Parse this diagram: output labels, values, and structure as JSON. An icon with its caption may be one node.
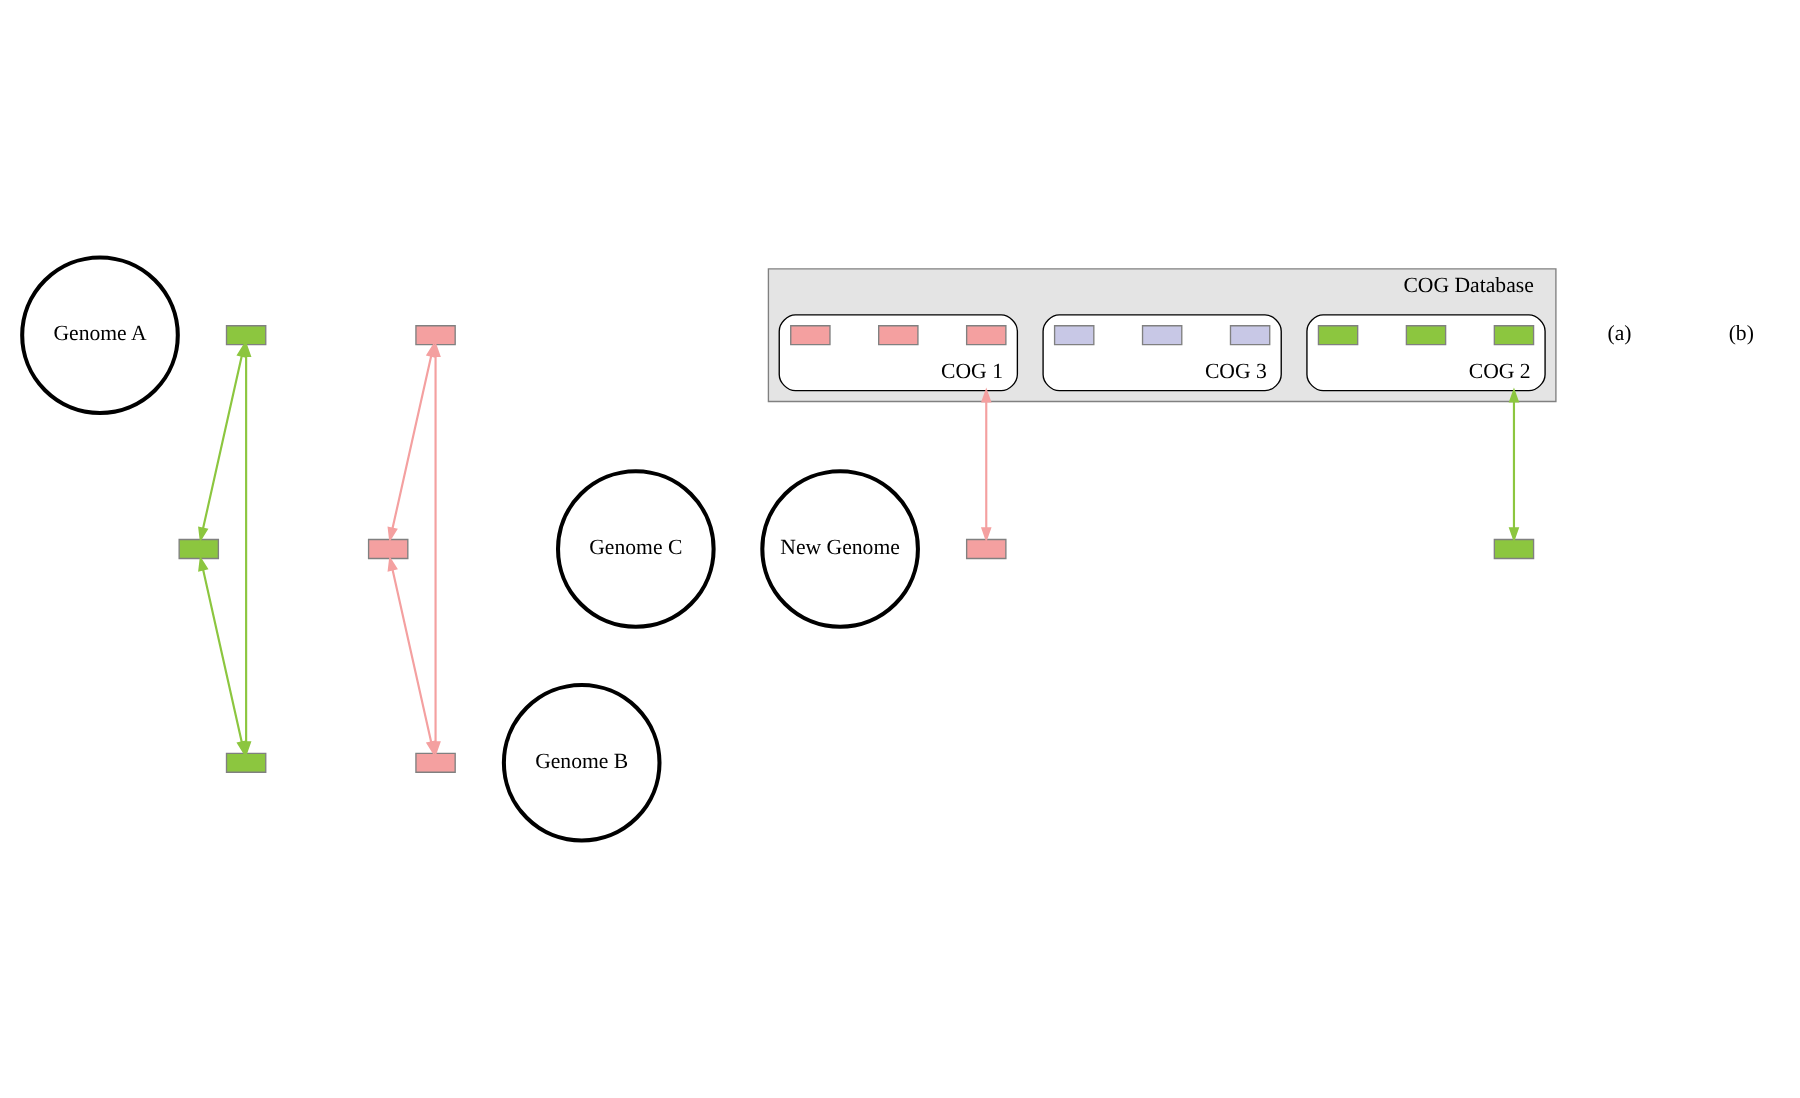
{
  "diagram": {
    "nodes": [
      {
        "text": [
          "Genome A"
        ]
      },
      {
        "text": [],
        "shape": "box"
      },
      {
        "text": [],
        "shape": "box"
      },
      {
        "text": [
          "Genome C"
        ]
      },
      {
        "text": [],
        "shape": "box"
      },
      {
        "text": [],
        "shape": "box"
      },
      {
        "text": [
          "Genome B"
        ]
      },
      {
        "text": [],
        "shape": "box"
      },
      {
        "text": [],
        "shape": "box"
      },
      {
        "text": [
          "COG Database"
        ]
      },
      {
        "text": [
          "COG 2"
        ],
        "in": 9
      },
      {
        "text": [],
        "shape": "box",
        "in": 10
      },
      {
        "text": [],
        "shape": "box",
        "in": 10
      },
      {
        "text": [],
        "shape": "box",
        "in": 10
      },
      {
        "text": [
          "COG 3"
        ],
        "in": 9
      },
      {
        "text": [],
        "shape": "box",
        "in": 14
      },
      {
        "text": [],
        "shape": "box",
        "in": 14
      },
      {
        "text": [],
        "shape": "box",
        "in": 14
      },
      {
        "text": [
          "COG 1"
        ],
        "in": 9
      },
      {
        "text": [],
        "shape": "box",
        "in": 18
      },
      {
        "text": [],
        "shape": "box",
        "in": 18
      },
      {
        "text": [],
        "shape": "box",
        "in": 18
      },
      {
        "text": [
          "New Genome"
        ]
      },
      {
        "text": [],
        "shape": "box"
      },
      {
        "text": [],
        "shape": "box"
      }
    ],
    "edges": [
      {
        "from": 1,
        "to": 4,
        "arrow": "both",
        "color": "#8cc63f"
      },
      {
        "from": 1,
        "to": 7,
        "arrow": "both",
        "color": "#8cc63f"
      },
      {
        "from": 4,
        "to": 7,
        "arrow": "both",
        "color": "#8cc63f"
      },
      {
        "from": 2,
        "to": 5,
        "arrow": "both",
        "color": "#f4a0a0"
      },
      {
        "from": 2,
        "to": 8,
        "arrow": "both",
        "color": "#f4a0a0"
      },
      {
        "from": 5,
        "to": 8,
        "arrow": "both",
        "color": "#f4a0a0"
      },
      {
        "from": 23,
        "to": 10,
        "arrow": "both",
        "color": "#8cc63f"
      },
      {
        "from": 24,
        "to": 18,
        "arrow": "both",
        "color": "#f4a0a0"
      }
    ],
    "labels": [
      "(a)",
      "(b)"
    ]
  }
}
